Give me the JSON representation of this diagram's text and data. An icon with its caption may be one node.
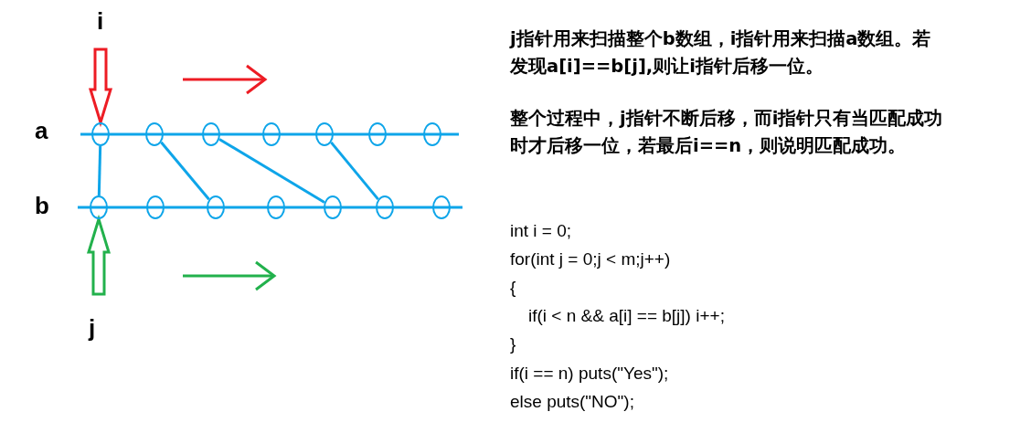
{
  "diagram": {
    "nodes": [
      {
        "text": [],
        "shape": "circle"
      },
      {
        "text": [],
        "shape": "circle"
      },
      {
        "text": [],
        "shape": "circle"
      },
      {
        "text": [],
        "shape": "circle"
      },
      {
        "text": [],
        "shape": "circle"
      },
      {
        "text": [],
        "shape": "circle"
      },
      {
        "text": [],
        "shape": "circle"
      },
      {
        "text": [],
        "shape": "circle"
      },
      {
        "text": [],
        "shape": "circle"
      },
      {
        "text": [],
        "shape": "circle"
      },
      {
        "text": [],
        "shape": "circle"
      },
      {
        "text": [],
        "shape": "circle"
      },
      {
        "text": [],
        "shape": "circle"
      },
      {
        "text": [],
        "shape": "circle"
      }
    ],
    "edges": [
      {
        "from": 0,
        "to": 7,
        "arrow": "none"
      },
      {
        "from": 1,
        "to": 9,
        "arrow": "none"
      },
      {
        "from": 2,
        "to": 11,
        "arrow": "none"
      },
      {
        "from": 4,
        "to": 12,
        "arrow": "none"
      },
      {
        "from": null,
        "to": 0,
        "arrow": "to",
        "color": "#ed1c24"
      },
      {
        "from": null,
        "to": 7,
        "arrow": "to",
        "color": "#22b14c"
      }
    ],
    "labels": [
      "i",
      "a",
      "b",
      "j",
      "j指针用来扫描整个b数组，i指针用来扫描a数组。若发现a[i]==b[j],则让i指针后移一位。",
      "整个过程中，j指针不断后移，而i指针只有当匹配成功时才后移一位，若最后i==n，则说明匹配成功。",
      "int i = 0;",
      "for(int j = 0;j < m;j++)",
      "{",
      "if(i < n && a[i] == b[j]) i++;",
      "}",
      "if(i == n) puts(\"Yes\");",
      "else puts(\"NO\");"
    ]
  }
}
